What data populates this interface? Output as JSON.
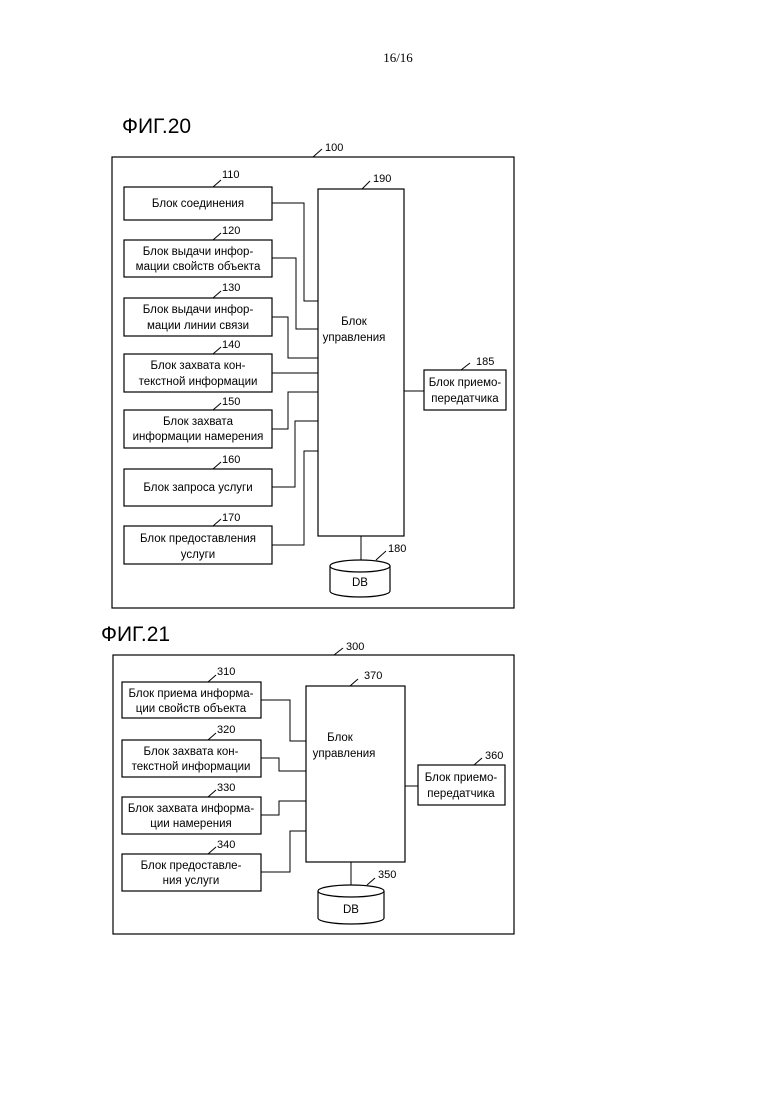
{
  "page_number": "16/16",
  "fig20": {
    "title": "ФИГ.20",
    "frame_ref": "100",
    "blocks": [
      {
        "ref": "110",
        "lines": [
          "Блок соединения"
        ]
      },
      {
        "ref": "120",
        "lines": [
          "Блок выдачи инфор-",
          "мации свойств объекта"
        ]
      },
      {
        "ref": "130",
        "lines": [
          "Блок выдачи инфор-",
          "мации линии связи"
        ]
      },
      {
        "ref": "140",
        "lines": [
          "Блок захвата кон-",
          "текстной информации"
        ]
      },
      {
        "ref": "150",
        "lines": [
          "Блок захвата",
          "информации намерения"
        ]
      },
      {
        "ref": "160",
        "lines": [
          "Блок запроса услуги"
        ]
      },
      {
        "ref": "170",
        "lines": [
          "Блок предоставления",
          "услуги"
        ]
      }
    ],
    "control": {
      "ref": "190",
      "lines": [
        "Блок",
        "управления"
      ]
    },
    "transceiver": {
      "ref": "185",
      "lines": [
        "Блок приемо-",
        "передатчика"
      ]
    },
    "db": {
      "ref": "180",
      "label": "DB"
    }
  },
  "fig21": {
    "title": "ФИГ.21",
    "frame_ref": "300",
    "blocks": [
      {
        "ref": "310",
        "lines": [
          "Блок приема информа-",
          "ции свойств объекта"
        ]
      },
      {
        "ref": "320",
        "lines": [
          "Блок захвата кон-",
          "текстной информации"
        ]
      },
      {
        "ref": "330",
        "lines": [
          "Блок захвата информа-",
          "ции намерения"
        ]
      },
      {
        "ref": "340",
        "lines": [
          "Блок предоставле-",
          "ния услуги"
        ]
      }
    ],
    "control": {
      "ref": "370",
      "lines": [
        "Блок",
        "управления"
      ]
    },
    "transceiver": {
      "ref": "360",
      "lines": [
        "Блок приемо-",
        "передатчика"
      ]
    },
    "db": {
      "ref": "350",
      "label": "DB"
    }
  }
}
